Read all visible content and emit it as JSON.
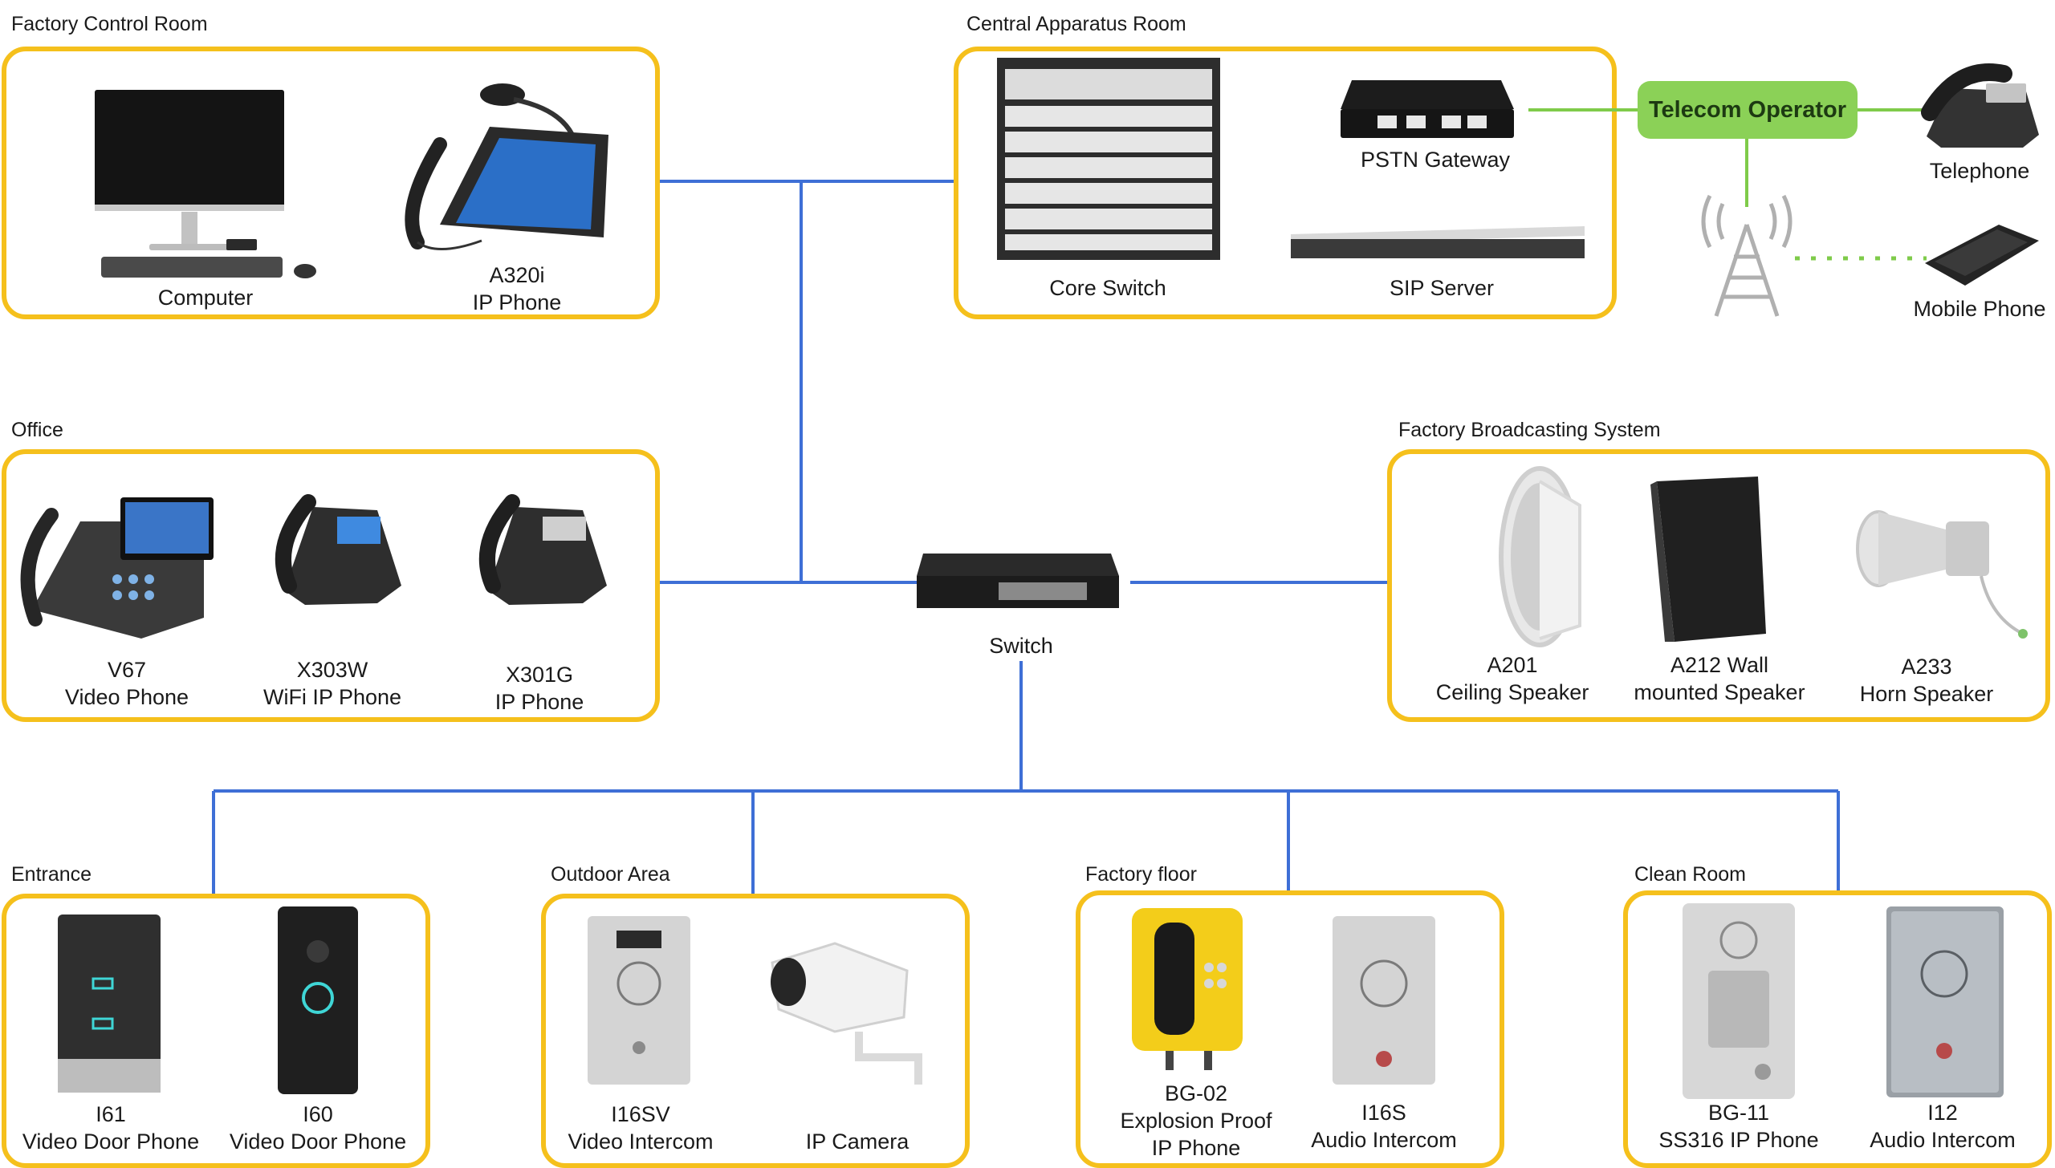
{
  "zones": {
    "control_room": "Factory Control Room",
    "apparatus": "Central Apparatus Room",
    "office": "Office",
    "broadcasting": "Factory Broadcasting System",
    "entrance": "Entrance",
    "outdoor": "Outdoor Area",
    "floor": "Factory floor",
    "clean": "Clean Room"
  },
  "devices": {
    "computer": [
      "Computer"
    ],
    "a320i": [
      "A320i",
      "IP Phone"
    ],
    "core_switch": [
      "Core Switch"
    ],
    "pstn": [
      "PSTN Gateway"
    ],
    "sip": [
      "SIP Server"
    ],
    "telecom": "Telecom Operator",
    "telephone": [
      "Telephone"
    ],
    "mobile": [
      "Mobile Phone"
    ],
    "v67": [
      "V67",
      "Video Phone"
    ],
    "x303w": [
      "X303W",
      "WiFi IP Phone"
    ],
    "x301g": [
      "X301G",
      "IP Phone"
    ],
    "switch": [
      "Switch"
    ],
    "a201": [
      "A201",
      "Ceiling Speaker"
    ],
    "a212": [
      "A212 Wall",
      "mounted Speaker"
    ],
    "a233": [
      "A233",
      "Horn Speaker"
    ],
    "i61": [
      "I61",
      "Video Door Phone"
    ],
    "i60": [
      "I60",
      "Video Door Phone"
    ],
    "i16sv": [
      "I16SV",
      "Video Intercom"
    ],
    "ipcam": [
      "IP Camera"
    ],
    "bg02": [
      "BG-02",
      "Explosion Proof",
      "IP Phone"
    ],
    "i16s": [
      "I16S",
      "Audio Intercom"
    ],
    "bg11": [
      "BG-11",
      "SS316 IP Phone"
    ],
    "i12": [
      "I12",
      "Audio Intercom"
    ]
  },
  "colors": {
    "zone_border": "#f5c01c",
    "lan_line": "#3e6fd6",
    "telecom_line": "#7fcb4a",
    "telecom_fill": "#8bd157"
  }
}
